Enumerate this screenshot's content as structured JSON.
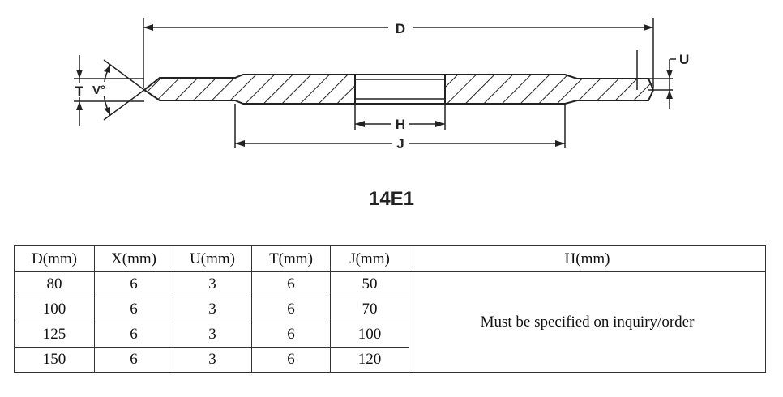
{
  "drawing": {
    "labels": {
      "D": "D",
      "H": "H",
      "J": "J",
      "U": "U",
      "T": "T",
      "V": "V°"
    },
    "title": "14E1"
  },
  "table": {
    "headers": [
      "D(mm)",
      "X(mm)",
      "U(mm)",
      "T(mm)",
      "J(mm)",
      "H(mm)"
    ],
    "rows": [
      [
        "80",
        "6",
        "3",
        "6",
        "50"
      ],
      [
        "100",
        "6",
        "3",
        "6",
        "70"
      ],
      [
        "125",
        "6",
        "3",
        "6",
        "100"
      ],
      [
        "150",
        "6",
        "3",
        "6",
        "120"
      ]
    ],
    "h_note": "Must be specified on inquiry/order"
  }
}
